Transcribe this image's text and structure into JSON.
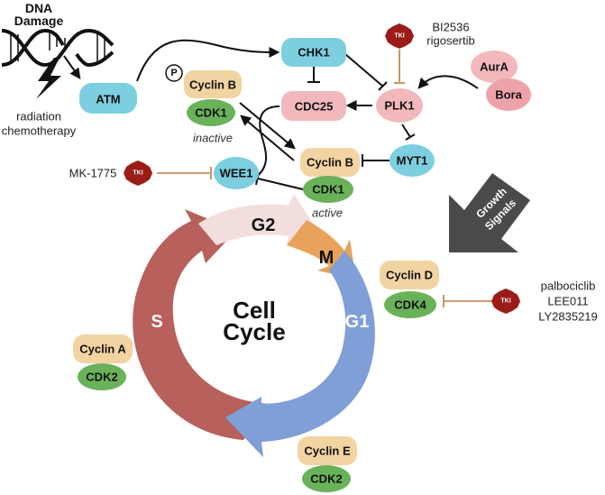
{
  "title": {
    "line1": "DNA",
    "line2": "Damage"
  },
  "damage_sources": {
    "line1": "radiation",
    "line2": "chemotherapy"
  },
  "nodes": {
    "atm": "ATM",
    "chk1": "CHK1",
    "cdc25": "CDC25",
    "plk1": "PLK1",
    "aura": "AurA",
    "bora": "Bora",
    "myt1": "MYT1",
    "wee1": "WEE1",
    "cyclinB_inactive": "Cyclin B",
    "cdk1_inactive": "CDK1",
    "inactive_label": "inactive",
    "phospho": "P",
    "cyclinB_active": "Cyclin B",
    "cdk1_active": "CDK1",
    "active_label": "active",
    "cyclinD": "Cyclin D",
    "cdk4": "CDK4",
    "cyclinA": "Cyclin A",
    "cdk2_a": "CDK2",
    "cyclinE": "Cyclin E",
    "cdk2_e": "CDK2"
  },
  "inhibitors": {
    "tki_badge": "TKI",
    "plk1_drugs": [
      "BI2536",
      "rigosertib"
    ],
    "wee1_drugs": [
      "MK-1775"
    ],
    "cdk4_drugs": [
      "palbociclib",
      "LEE011",
      "LY2835219"
    ]
  },
  "cycle": {
    "center_line1": "Cell",
    "center_line2": "Cycle",
    "phases": [
      "G2",
      "M",
      "G1",
      "S"
    ]
  },
  "growth_signals": {
    "line1": "Growth",
    "line2": "Signals"
  },
  "colors": {
    "blue_protein": "#7dcfe0",
    "pink_protein": "#f2b8bc",
    "cyclin": "#f2d3a2",
    "cdk": "#6ab25a",
    "tki": "#9b1c17",
    "inhibit_line": "#c07a3a",
    "phase_g2": "#f3dede",
    "phase_m": "#e8a25a",
    "phase_g1": "#7f9fd6",
    "phase_s": "#b8605c",
    "growth_arrow": "#4a4a4a"
  }
}
